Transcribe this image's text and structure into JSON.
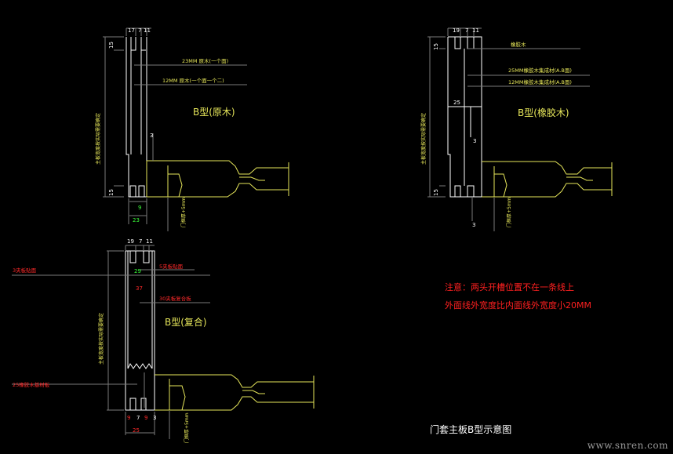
{
  "title": "门套主板B型示意图",
  "note_lines": [
    "注意：两头开槽位置不在一条线上",
    "外面线外宽度比内面线外宽度小20MM"
  ],
  "watermark": "www.snren.com",
  "colors": {
    "bg": "#000000",
    "outline": "#ffffff",
    "cad_yellow": "#e6e65a",
    "dim_line": "#7a7a7a",
    "red": "#ff2a2a",
    "green": "#39ff39",
    "note_red": "#ff2020"
  },
  "panels": [
    {
      "type_label": "B型(原木)",
      "top_dims": [
        "17",
        "7",
        "11"
      ],
      "left_vertical_label": "主板宽度按实际需要确定",
      "callouts": [
        "23MM 原木(一个面)",
        "12MM 原木(一个面一个二)"
      ],
      "side_dims": [
        "15",
        "15",
        "3"
      ],
      "bottom_dims": [
        "9",
        "23"
      ],
      "frame_label": "门框厚+5mm"
    },
    {
      "type_label": "B型(橡胶木)",
      "top_dims": [
        "19",
        "7",
        "11"
      ],
      "left_vertical_label": "主板宽度按实际需要确定",
      "callouts": [
        "橡胶木",
        "25MM橡胶木集成材(A.B面)",
        "12MM橡胶木集成材(A.B面)"
      ],
      "side_dims": [
        "15",
        "25",
        "15",
        "3"
      ],
      "bottom_dims": [
        "3"
      ],
      "frame_label": "门框厚+5mm"
    },
    {
      "type_label": "B型(复合)",
      "top_dims": [
        "19",
        "7",
        "11"
      ],
      "left_vertical_label": "主板宽度按实际需要确定",
      "callouts": [
        "3夹板贴面",
        "5夹板贴面",
        "30夹板复合板",
        "25橡胶木基材板"
      ],
      "inner_dims": [
        "29",
        "37"
      ],
      "bottom_dims": [
        "9",
        "7",
        "9",
        "3",
        "25"
      ],
      "frame_label": "门框厚+5mm"
    }
  ]
}
